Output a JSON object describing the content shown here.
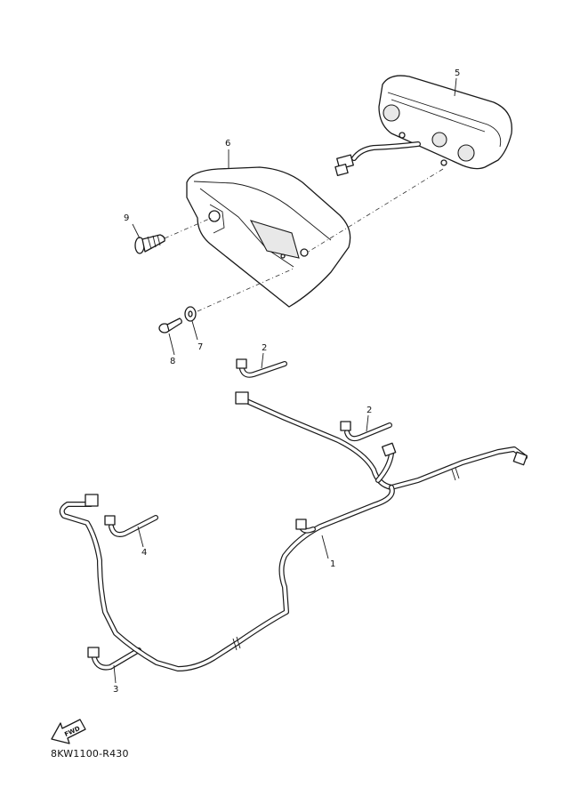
{
  "callouts": [
    {
      "id": "1",
      "label": "1"
    },
    {
      "id": "2a",
      "label": "2"
    },
    {
      "id": "2b",
      "label": "2"
    },
    {
      "id": "3",
      "label": "3"
    },
    {
      "id": "4",
      "label": "4"
    },
    {
      "id": "5",
      "label": "5"
    },
    {
      "id": "6",
      "label": "6"
    },
    {
      "id": "7",
      "label": "7"
    },
    {
      "id": "8",
      "label": "8"
    },
    {
      "id": "9",
      "label": "9"
    }
  ],
  "fwd_label": "FWD",
  "diagram_code": "8KW1100-R430"
}
